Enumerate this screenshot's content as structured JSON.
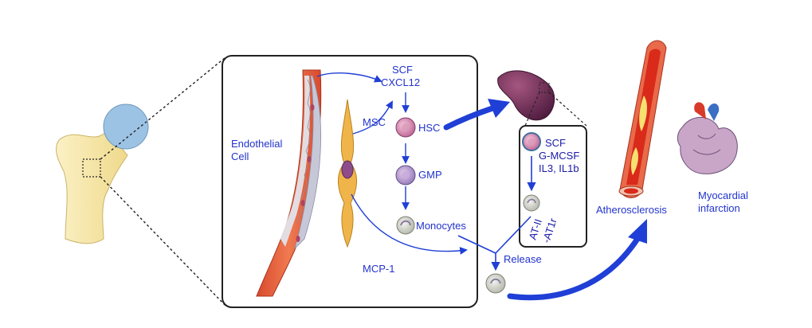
{
  "labels": {
    "scf_top": "SCF",
    "cxcl12": "CXCL12",
    "msc": "MSC",
    "hsc": "HSC",
    "endothelial_1": "Endothelial",
    "endothelial_2": "Cell",
    "gmp": "GMP",
    "monocytes": "Monocytes",
    "mcp1": "MCP-1",
    "release": "Release",
    "spleen_scf": "SCF",
    "gmcsf": "G-MCSF",
    "il3_il1b": "IL3, IL1b",
    "at_ii": "AT-II",
    "at1r": "-AT1r",
    "atherosclerosis": "Atherosclerosis",
    "myocardial_1": "Myocardial",
    "myocardial_2": "infarction"
  },
  "colors": {
    "label_blue": "#2233cc",
    "arrow_blue": "#1f3fd6",
    "bone_yellow": "#f5e6a4",
    "femoral_head_blue": "#9cc3e4",
    "vessel_red": "#e85a3c",
    "spleen_purple": "#6b2a55"
  }
}
